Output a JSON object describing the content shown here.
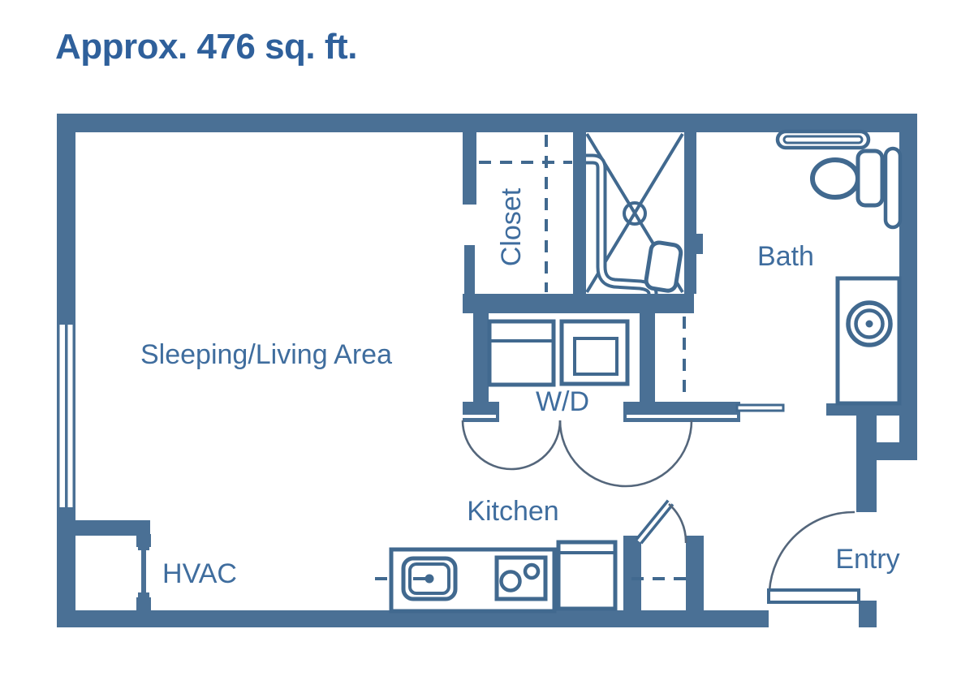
{
  "title": "Approx. 476 sq. ft.",
  "floor_plan": {
    "rooms": {
      "sleeping_living": "Sleeping/Living Area",
      "closet": "Closet",
      "bath": "Bath",
      "wd": "W/D",
      "kitchen": "Kitchen",
      "hvac": "HVAC",
      "entry": "Entry"
    },
    "colors": {
      "wall": "#4a7095",
      "fixture_stroke": "#41698f",
      "label_text": "#3f6d9e",
      "title_text": "#2f609b",
      "door_arc": "#54667b",
      "background": "#ffffff"
    }
  }
}
